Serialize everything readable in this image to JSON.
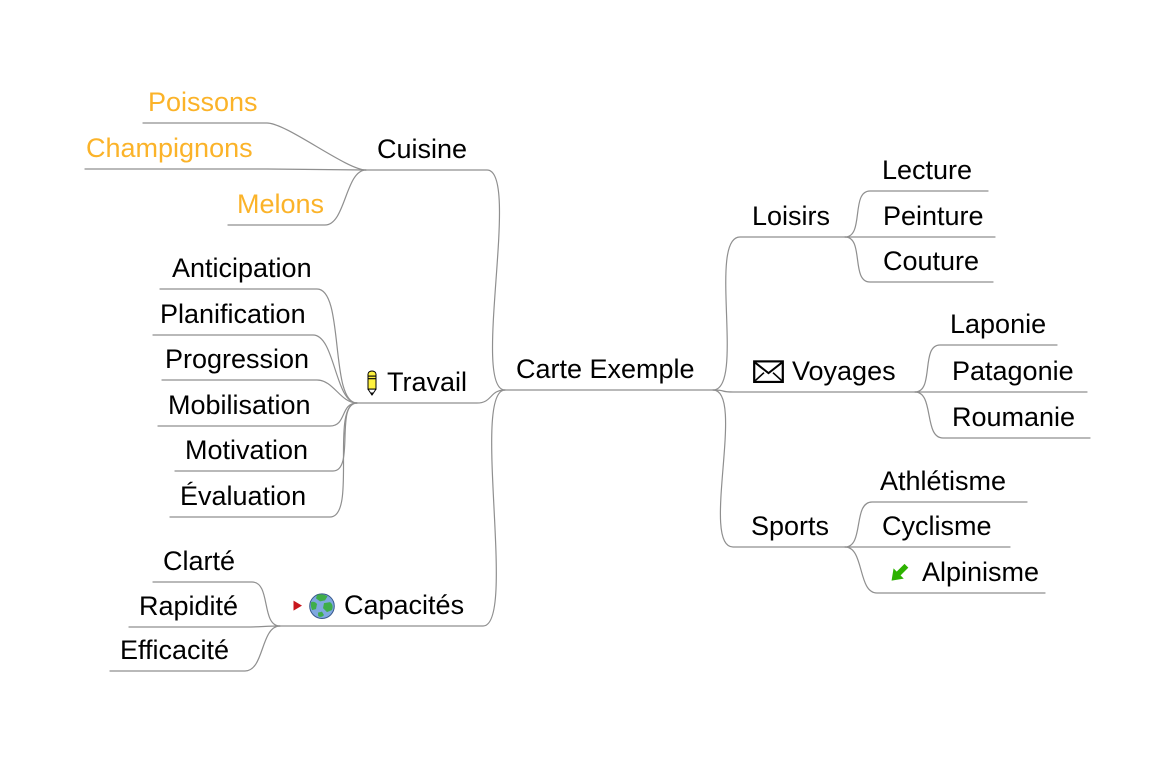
{
  "app": "mind-map-editor",
  "colors": {
    "background": "#FFFFFF",
    "node_text": "#000000",
    "accent_orange": "#FBB329",
    "edge_gray": "#8F8F8F",
    "icon_green": "#2DB200",
    "icon_red": "#C8161D",
    "pencil_yellow": "#FFF23F",
    "globe_blue": "#7FA8E0",
    "globe_green": "#3FAE49"
  },
  "map": {
    "root": {
      "label": "Carte Exemple"
    },
    "left": [
      {
        "label": "Cuisine",
        "children": [
          {
            "label": "Poissons",
            "color": "orange"
          },
          {
            "label": "Champignons",
            "color": "orange"
          },
          {
            "label": "Melons",
            "color": "orange"
          }
        ]
      },
      {
        "label": "Travail",
        "icons": [
          "pencil"
        ],
        "children": [
          {
            "label": "Anticipation"
          },
          {
            "label": "Planification"
          },
          {
            "label": "Progression"
          },
          {
            "label": "Mobilisation"
          },
          {
            "label": "Motivation"
          },
          {
            "label": "Évaluation"
          }
        ]
      },
      {
        "label": "Capacités",
        "icons": [
          "red-arrow-bullet",
          "globe"
        ],
        "children": [
          {
            "label": "Clarté"
          },
          {
            "label": "Rapidité"
          },
          {
            "label": "Efficacité"
          }
        ]
      }
    ],
    "right": [
      {
        "label": "Loisirs",
        "children": [
          {
            "label": "Lecture"
          },
          {
            "label": "Peinture"
          },
          {
            "label": "Couture"
          }
        ]
      },
      {
        "label": "Voyages",
        "icons": [
          "envelope"
        ],
        "children": [
          {
            "label": "Laponie"
          },
          {
            "label": "Patagonie"
          },
          {
            "label": "Roumanie"
          }
        ]
      },
      {
        "label": "Sports",
        "children": [
          {
            "label": "Athlétisme"
          },
          {
            "label": "Cyclisme"
          },
          {
            "label": "Alpinisme",
            "icons": [
              "green-southwest-arrow"
            ]
          }
        ]
      }
    ]
  }
}
